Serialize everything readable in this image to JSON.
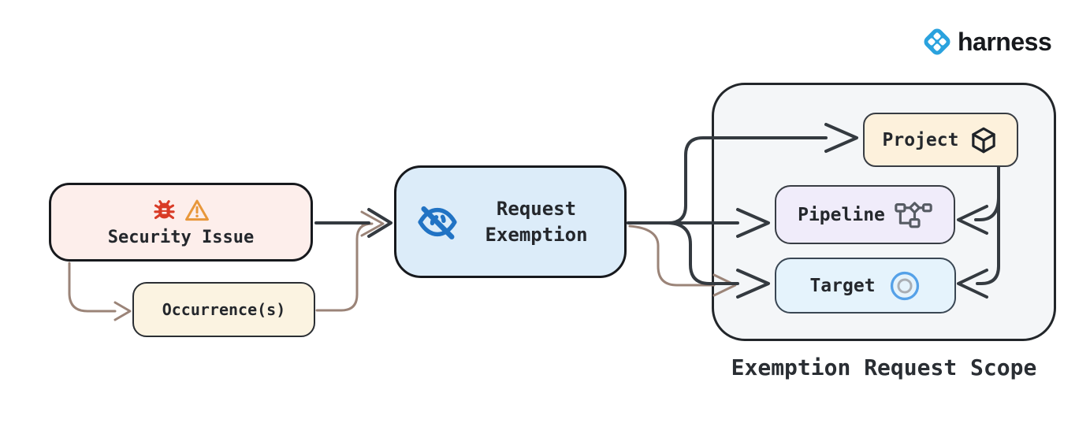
{
  "logo": {
    "text": "harness"
  },
  "nodes": {
    "security_issue": {
      "label": "Security Issue",
      "icons": [
        "bug-icon",
        "warning-icon"
      ]
    },
    "occurrences": {
      "label": "Occurrence(s)"
    },
    "request_exemption": {
      "line1": "Request",
      "line2": "Exemption",
      "icon": "eye-off-icon"
    },
    "project": {
      "label": "Project",
      "icon": "package-icon"
    },
    "pipeline": {
      "label": "Pipeline",
      "icon": "pipeline-icon"
    },
    "target": {
      "label": "Target",
      "icon": "target-icon"
    }
  },
  "scope": {
    "label": "Exemption Request Scope"
  },
  "edges": [
    {
      "from": "security_issue",
      "to": "request_exemption",
      "style": "dark"
    },
    {
      "from": "security_issue",
      "to": "occurrences",
      "style": "brown"
    },
    {
      "from": "occurrences",
      "to": "request_exemption",
      "style": "brown"
    },
    {
      "from": "request_exemption",
      "to": "project",
      "style": "dark"
    },
    {
      "from": "request_exemption",
      "to": "pipeline",
      "style": "dark"
    },
    {
      "from": "request_exemption",
      "to": "target",
      "style": "dark"
    },
    {
      "from": "occurrences_flow",
      "to": "target",
      "style": "brown"
    },
    {
      "from": "project",
      "to": "pipeline",
      "style": "dark"
    },
    {
      "from": "project",
      "to": "target",
      "style": "dark"
    }
  ],
  "colors": {
    "fill_security": "#fdeeeb",
    "fill_occurrence": "#fbf3e1",
    "fill_exemption": "#dcecf9",
    "fill_scope": "#f4f6f8",
    "fill_project": "#fdf1dc",
    "fill_pipeline": "#f0ecfa",
    "fill_target": "#e5f3fc",
    "connector_dark": "#343a40",
    "connector_brown": "#9b8478",
    "border_dark": "#17191d",
    "border_inner": "#383d44",
    "icon_red": "#d93b26",
    "icon_orange": "#e8973a",
    "icon_blue": "#2173c4",
    "target_ring_blue": "#55a1e8",
    "target_ring_gray": "#a9aeb4",
    "pipeline_icon_gray": "#565b63",
    "brand_blue": "#2aa2de",
    "text_dark": "#24272c"
  }
}
